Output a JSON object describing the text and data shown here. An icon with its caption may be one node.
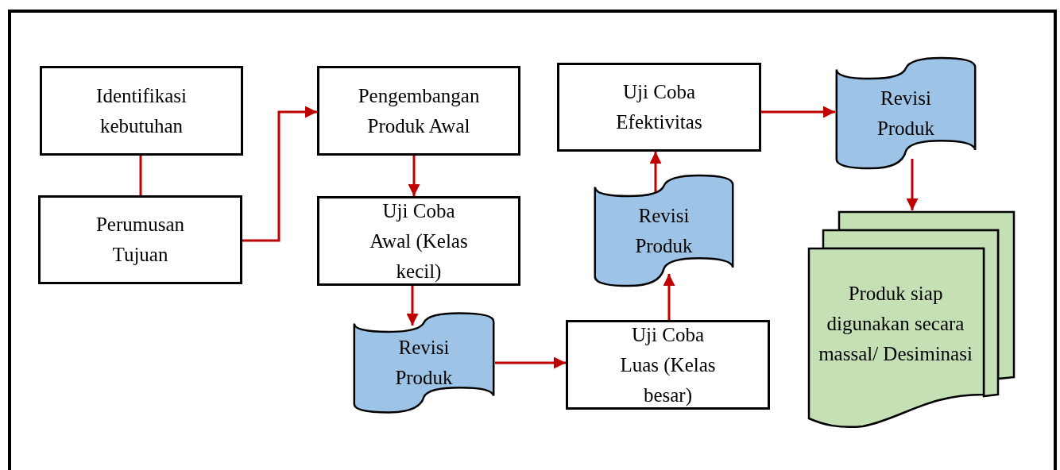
{
  "diagram": {
    "nodes": [
      {
        "text": [
          "Identifikasi kebutuhan"
        ]
      },
      {
        "text": [
          "Perumusan Tujuan"
        ]
      },
      {
        "text": [
          "Pengembangan Produk Awal"
        ]
      },
      {
        "text": [
          "Uji Coba Awal (Kelas kecil)"
        ]
      },
      {
        "text": [
          "Revisi Produk"
        ]
      },
      {
        "text": [
          "Uji Coba Luas (Kelas besar)"
        ]
      },
      {
        "text": [
          "Revisi Produk"
        ]
      },
      {
        "text": [
          "Uji Coba Efektivitas"
        ]
      },
      {
        "text": [
          "Revisi Produk"
        ]
      },
      {
        "text": [
          "Produk siap digunakan secara massal/ Desiminasi"
        ]
      }
    ],
    "edges": [
      {
        "from": 0,
        "to": 1,
        "arrow": "none"
      },
      {
        "from": 1,
        "to": 2,
        "arrow": "to"
      },
      {
        "from": 2,
        "to": 3,
        "arrow": "to"
      },
      {
        "from": 3,
        "to": 4,
        "arrow": "to"
      },
      {
        "from": 4,
        "to": 5,
        "arrow": "to"
      },
      {
        "from": 5,
        "to": 6,
        "arrow": "to"
      },
      {
        "from": 6,
        "to": 7,
        "arrow": "to"
      },
      {
        "from": 7,
        "to": 8,
        "arrow": "to"
      },
      {
        "from": 8,
        "to": 9,
        "arrow": "to"
      }
    ]
  }
}
